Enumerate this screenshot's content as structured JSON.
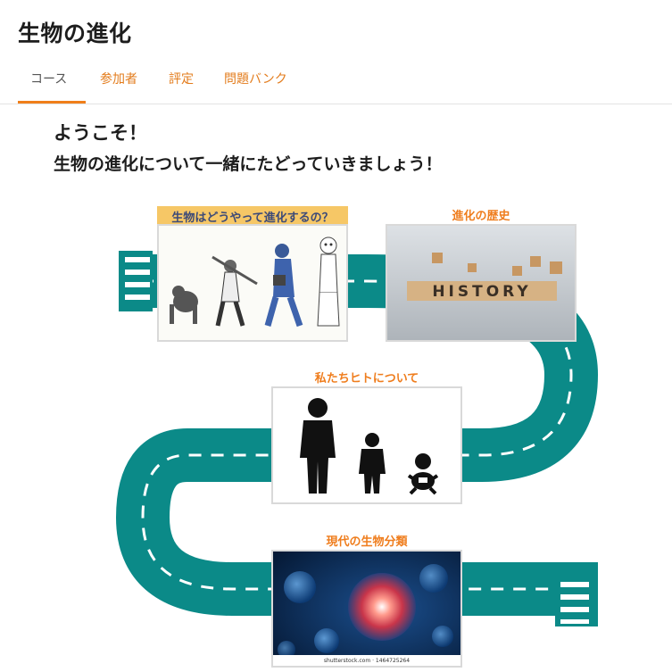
{
  "header": {
    "title": "生物の進化"
  },
  "tabs": [
    {
      "label": "コース",
      "active": true
    },
    {
      "label": "参加者",
      "active": false
    },
    {
      "label": "評定",
      "active": false
    },
    {
      "label": "問題バンク",
      "active": false
    }
  ],
  "welcome": {
    "line1": "ようこそ！",
    "line2": "生物の進化について一緒にたどっていきましょう！"
  },
  "cards": [
    {
      "title": "生物はどうやって進化するの？",
      "icon": "evolution-of-man-image"
    },
    {
      "title": "進化の歴史",
      "icon": "history-blocks-image",
      "image_text": "HISTORY"
    },
    {
      "title": "私たちヒトについて",
      "icon": "human-family-image"
    },
    {
      "title": "現代の生物分類",
      "icon": "cells-image",
      "image_text": "shutterstock.com · 1464725264"
    }
  ],
  "colors": {
    "road": "#0b8a88",
    "accent": "#f07f1a",
    "label_text": "#ef7d1d"
  }
}
